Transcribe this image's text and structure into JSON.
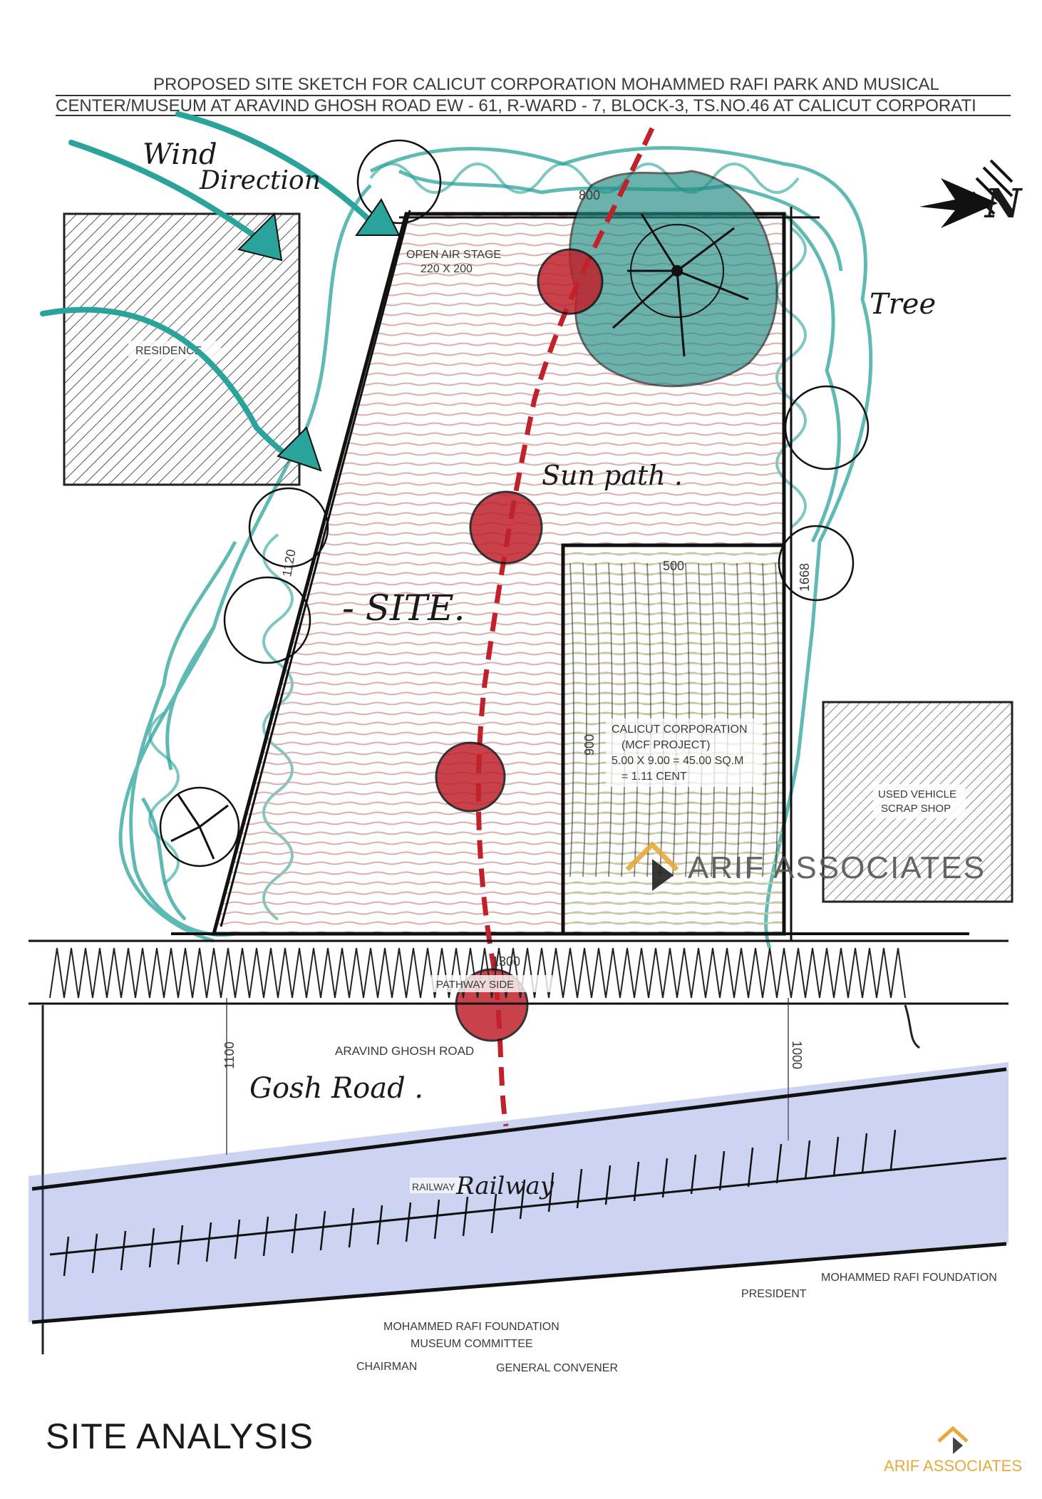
{
  "title": {
    "line1": "PROPOSED SITE SKETCH FOR CALICUT CORPORATION MOHAMMED RAFI PARK AND MUSICAL",
    "line2": "CENTER/MUSEUM AT ARAVIND GHOSH ROAD EW - 61, R-WARD - 7, BLOCK-3, TS.NO.46 AT CALICUT CORPORATI"
  },
  "annotations": {
    "wind": "Wind",
    "direction": "Direction",
    "tree": "Tree",
    "sun_path": "Sun path .",
    "site": "- SITE.",
    "gosh_road": "Gosh Road .",
    "railway_hand": "Railway",
    "north_mark": "N"
  },
  "labels": {
    "open_air_stage": "OPEN AIR STAGE",
    "open_air_dims": "220 X 200",
    "residence": "RESIDENCE",
    "corp_line1": "CALICUT CORPORATION",
    "corp_line2": "(MCF PROJECT)",
    "corp_line3": "5.00 X 9.00 = 45.00 SQ.M",
    "corp_line4": "= 1.11 CENT",
    "scrap_line1": "USED VEHICLE",
    "scrap_line2": "SCRAP SHOP",
    "pathway": "PATHWAY SIDE",
    "aravind_road": "ARAVIND GHOSH ROAD",
    "railway": "RAILWAY",
    "president": "PRESIDENT",
    "foundation_right": "MOHAMMED RAFI FOUNDATION",
    "foundation_center": "MOHAMMED RAFI FOUNDATION",
    "museum_committee": "MUSEUM COMMITTEE",
    "chairman": "CHAIRMAN",
    "general_convener": "GENERAL CONVENER"
  },
  "dimensions": {
    "top": "800",
    "stage": "500",
    "right_side": "1668",
    "left_side": "1120",
    "corp_side": "900",
    "front": "1300",
    "road_left": "1100",
    "road_right": "1000"
  },
  "watermark": "ARIF ASSOCIATES",
  "caption": "SITE ANALYSIS",
  "brand": "ARIF ASSOCIATES",
  "colors": {
    "teal": "#2aa39a",
    "red": "#c0212b",
    "blue": "#5a6fd0",
    "pink": "#d8a6a0",
    "brand": "#e8a93c"
  }
}
